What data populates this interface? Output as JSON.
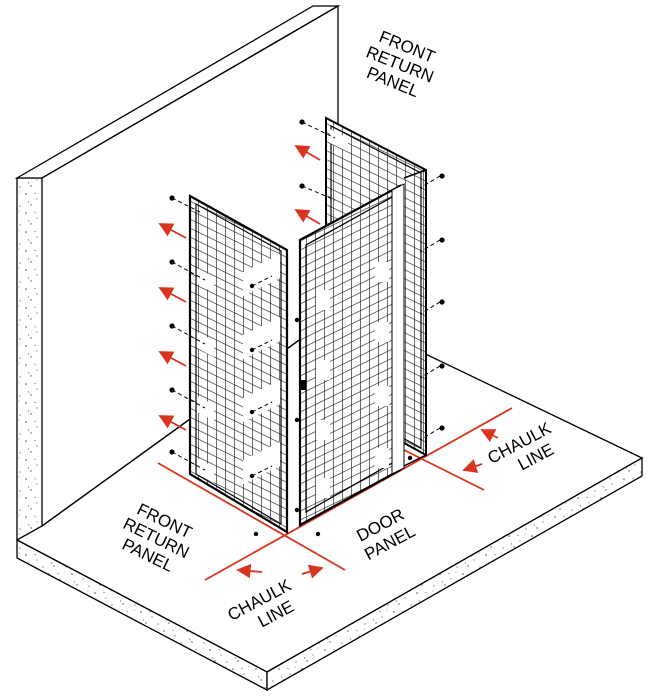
{
  "labels": {
    "front_return_panel_top": [
      "FRONT",
      "RETURN",
      "PANEL"
    ],
    "front_return_panel_left": [
      "FRONT",
      "RETURN",
      "PANEL"
    ],
    "door_panel": [
      "DOOR",
      "PANEL"
    ],
    "chaulk_line_right": [
      "CHAULK",
      "LINE"
    ],
    "chaulk_line_bottom": [
      "CHAULK",
      "LINE"
    ]
  },
  "colors": {
    "line": "#000000",
    "accent": "#d9341f",
    "concrete_fill": "#ffffff",
    "mesh": "#333333"
  }
}
